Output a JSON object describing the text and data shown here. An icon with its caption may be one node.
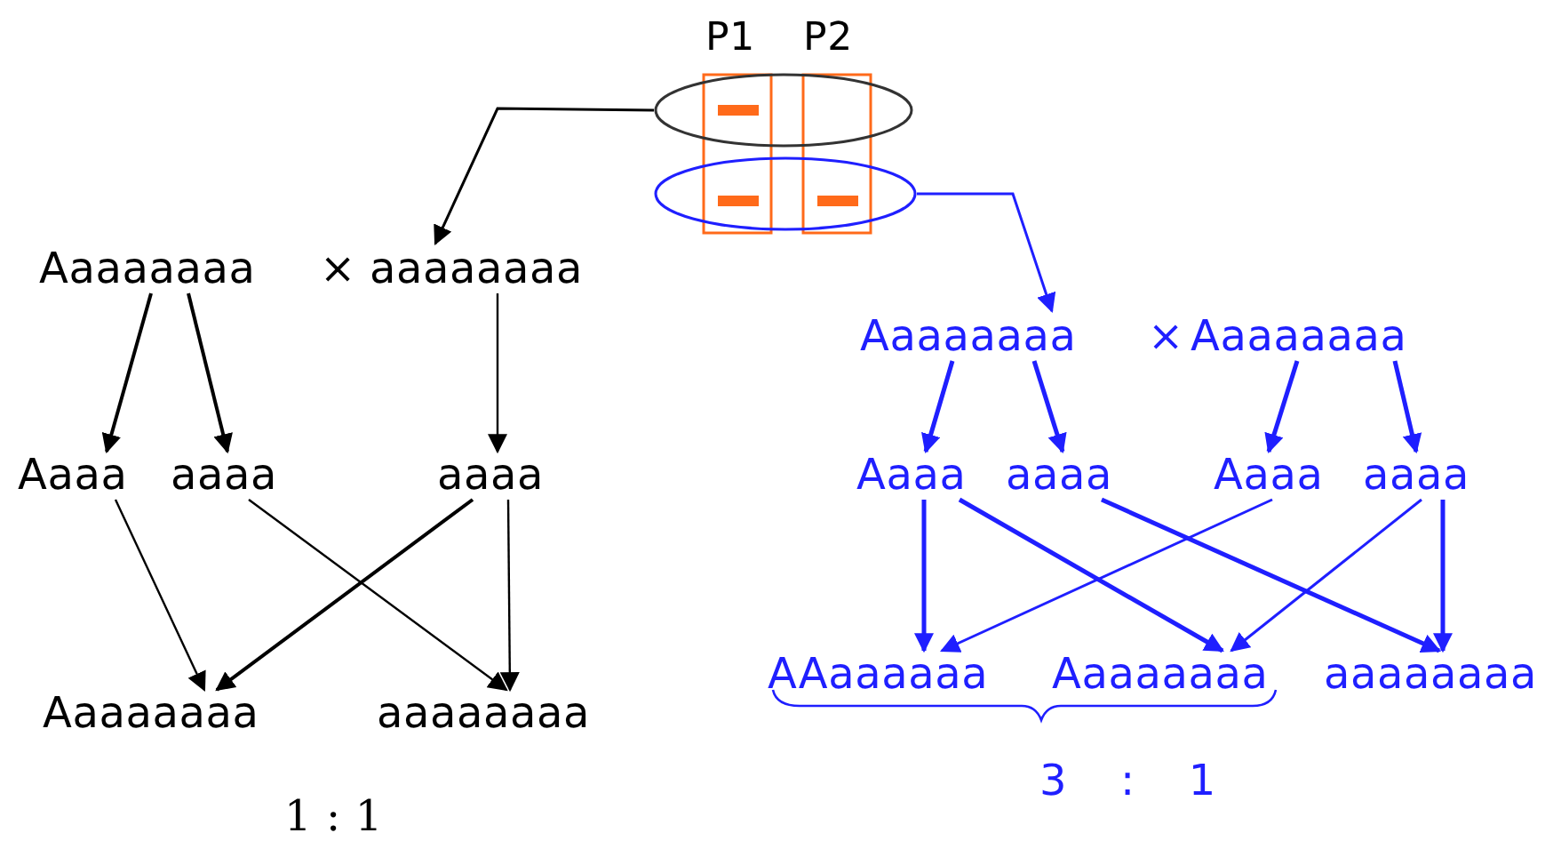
{
  "diagram": {
    "nodes": [
      {
        "text": [],
        "shape": "ellipse"
      },
      {
        "text": [],
        "shape": "ellipse"
      },
      {
        "text": [
          "Aaaaaaaa"
        ]
      },
      {
        "text": [
          "aaaaaaaa"
        ]
      },
      {
        "text": [
          "Aaaaaaaa"
        ]
      },
      {
        "text": [
          "Aaaaaaaa"
        ]
      },
      {
        "text": [
          "Aaaa"
        ]
      },
      {
        "text": [
          "aaaa"
        ]
      },
      {
        "text": [
          "aaaa"
        ]
      },
      {
        "text": [
          "Aaaa"
        ]
      },
      {
        "text": [
          "aaaa"
        ]
      },
      {
        "text": [
          "Aaaa"
        ]
      },
      {
        "text": [
          "aaaa"
        ]
      },
      {
        "text": [
          "Aaaaaaaa"
        ]
      },
      {
        "text": [
          "aaaaaaaa"
        ]
      },
      {
        "text": [
          "AAaaaaaa"
        ]
      },
      {
        "text": [
          "Aaaaaaaa"
        ]
      },
      {
        "text": [
          "aaaaaaaa"
        ]
      }
    ],
    "edges": [
      {
        "from": 0,
        "to": 3,
        "arrow": "to",
        "color": "#000000"
      },
      {
        "from": 1,
        "to": 4,
        "arrow": "to"
      },
      {
        "from": 2,
        "to": 6,
        "arrow": "to",
        "color": "#000000"
      },
      {
        "from": 2,
        "to": 7,
        "arrow": "to",
        "color": "#000000"
      },
      {
        "from": 3,
        "to": 8,
        "arrow": "to",
        "color": "#000000"
      },
      {
        "from": 6,
        "to": 13,
        "arrow": "to",
        "color": "#000000"
      },
      {
        "from": 7,
        "to": 14,
        "arrow": "to",
        "color": "#000000"
      },
      {
        "from": 8,
        "to": 13,
        "arrow": "to",
        "color": "#000000"
      },
      {
        "from": 8,
        "to": 14,
        "arrow": "to",
        "color": "#000000"
      },
      {
        "from": 4,
        "to": 9,
        "arrow": "to"
      },
      {
        "from": 4,
        "to": 10,
        "arrow": "to"
      },
      {
        "from": 5,
        "to": 11,
        "arrow": "to"
      },
      {
        "from": 5,
        "to": 12,
        "arrow": "to"
      },
      {
        "from": 9,
        "to": 15,
        "arrow": "to"
      },
      {
        "from": 9,
        "to": 16,
        "arrow": "to"
      },
      {
        "from": 10,
        "to": 17,
        "arrow": "to"
      },
      {
        "from": 11,
        "to": 15,
        "arrow": "to"
      },
      {
        "from": 12,
        "to": 16,
        "arrow": "to"
      },
      {
        "from": 12,
        "to": 17,
        "arrow": "to"
      }
    ],
    "labels": [
      "P1",
      "P2",
      "×",
      "×",
      "1 : 1",
      "3 : 1"
    ]
  }
}
